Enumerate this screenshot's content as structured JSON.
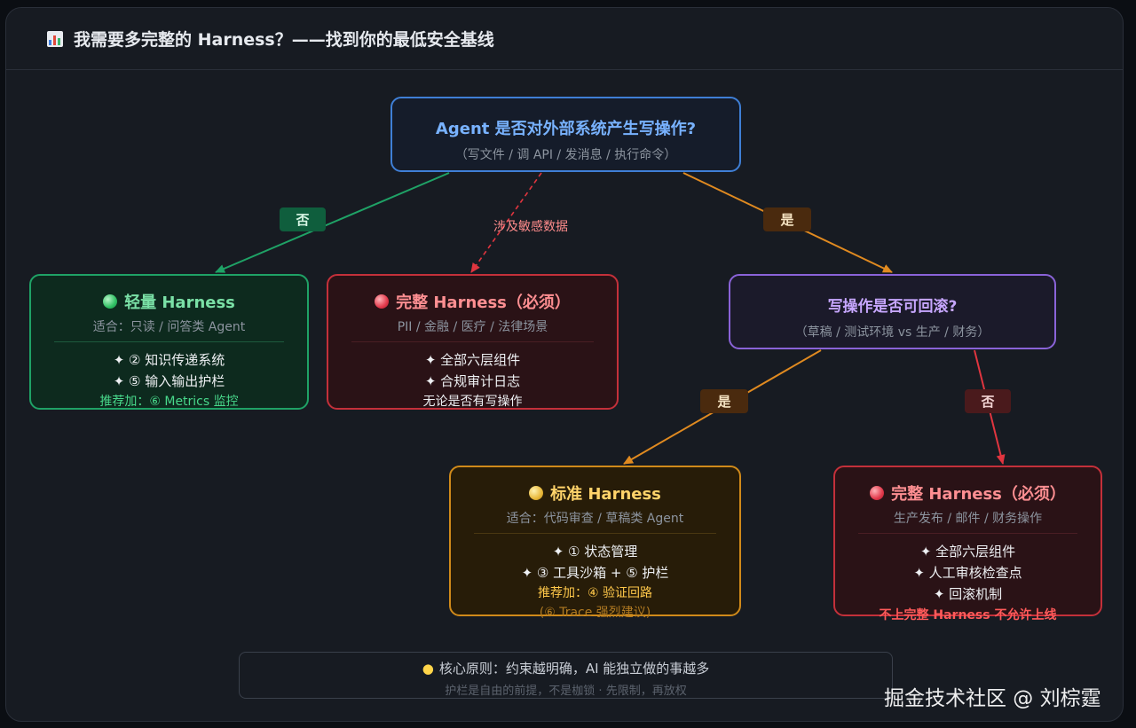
{
  "header": {
    "title": "我需要多完整的 Harness？——找到你的最低安全基线"
  },
  "root_question": {
    "title": "Agent 是否对外部系统产生写操作?",
    "subtitle": "（写文件 / 调 API / 发消息 / 执行命令）"
  },
  "edges": {
    "no_left": "否",
    "yes_right": "是",
    "sensitive_data": "涉及敏感数据",
    "yes_rollback": "是",
    "no_rollback": "否"
  },
  "light_card": {
    "title": "轻量 Harness",
    "subtitle": "适合：只读 / 问答类 Agent",
    "items": [
      "✦ ② 知识传递系统",
      "✦ ⑤ 输入输出护栏"
    ],
    "recommend": "推荐加：⑥ Metrics 监控"
  },
  "full_card_sensitive": {
    "title": "完整 Harness（必须）",
    "subtitle": "PII / 金融 / 医疗 / 法律场景",
    "items": [
      "✦ 全部六层组件",
      "✦ 合规审计日志"
    ],
    "note": "无论是否有写操作"
  },
  "rollback_question": {
    "title": "写操作是否可回滚?",
    "subtitle": "（草稿 / 测试环境 vs 生产 / 财务）"
  },
  "standard_card": {
    "title": "标准 Harness",
    "subtitle": "适合：代码审查 / 草稿类 Agent",
    "items": [
      "✦ ① 状态管理",
      "✦ ③ 工具沙箱 + ⑤ 护栏"
    ],
    "recommend": "推荐加：④ 验证回路",
    "suggest": "(⑥ Trace 强烈建议)"
  },
  "full_card_prod": {
    "title": "完整 Harness（必须）",
    "subtitle": "生产发布 / 邮件 / 财务操作",
    "items": [
      "✦ 全部六层组件",
      "✦ 人工审核检查点",
      "✦ 回滚机制"
    ],
    "warning": "不上完整 Harness 不允许上线"
  },
  "principle": {
    "main": "核心原则：约束越明确，AI 能独立做的事越多",
    "sub": "护栏是自由的前提，不是枷锁 · 先限制，再放权"
  },
  "watermark": "掘金技术社区 @ 刘棕霆",
  "colors": {
    "green": "#1fa266",
    "red": "#c4303a",
    "orange": "#d08a1a",
    "blue": "#3f7fd6",
    "purple": "#8a63d8"
  }
}
